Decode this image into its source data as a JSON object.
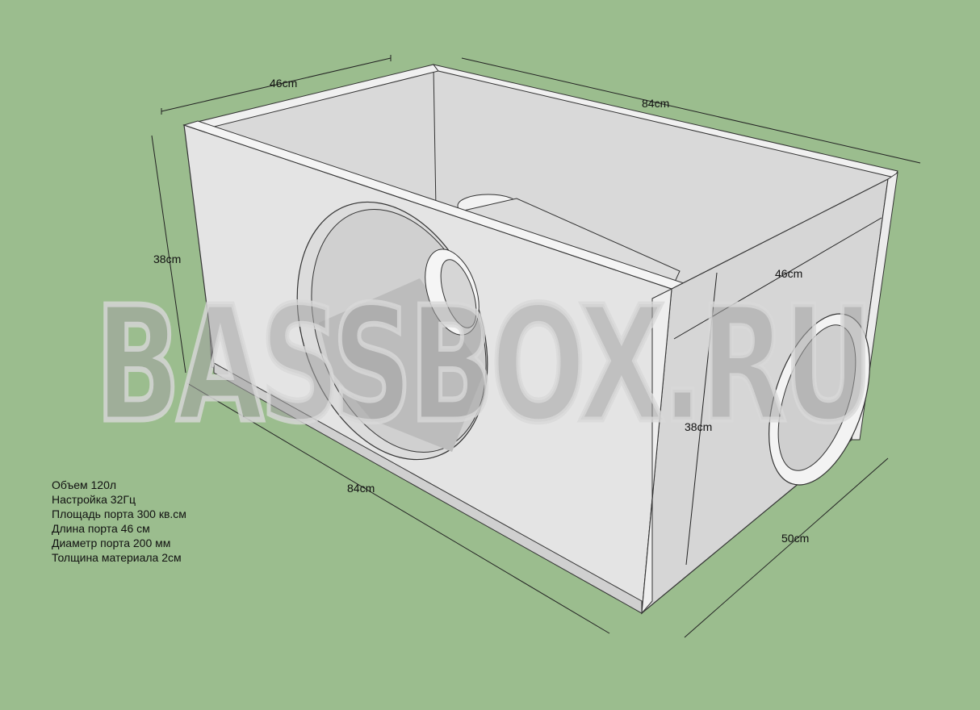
{
  "watermark": "BASSBOX.RU",
  "dimensions": {
    "top_depth": "46cm",
    "top_length": "84cm",
    "front_height": "38cm",
    "bottom_length": "84cm",
    "inner_depth": "46cm",
    "side_height": "38cm",
    "side_depth": "50cm"
  },
  "specs": [
    "Объем 120л",
    "Настройка 32Гц",
    "Площадь порта 300 кв.см",
    "Длина порта 46 см",
    "Диаметр порта 200 мм",
    "Толщина материала 2см"
  ],
  "colors": {
    "background": "#9bbd8e",
    "panel": "#e6e6e6",
    "panel_dark": "#cfcfcf"
  }
}
